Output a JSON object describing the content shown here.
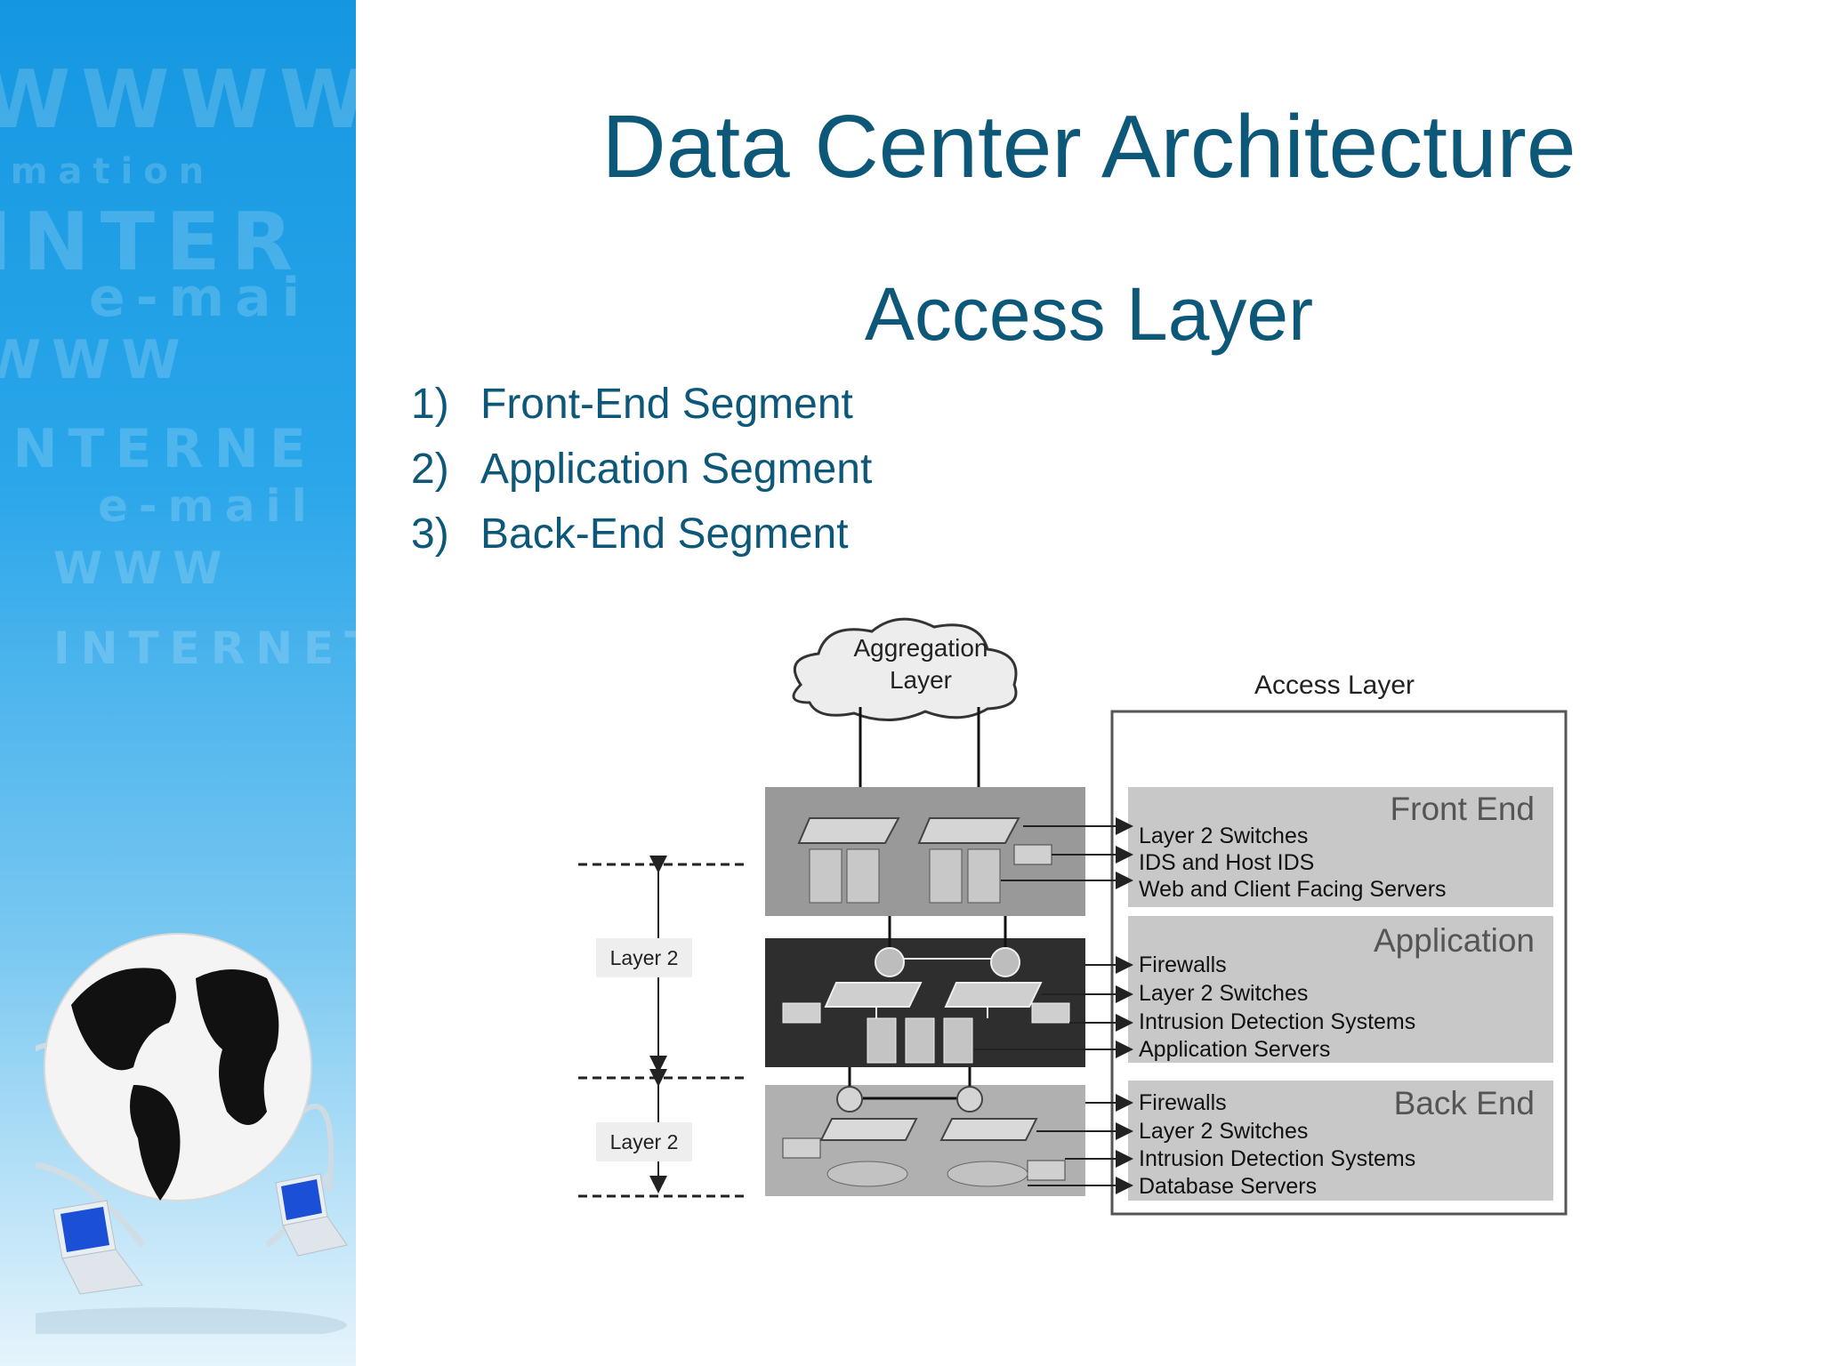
{
  "slide": {
    "title": "Data Center Architecture",
    "subtitle": "Access Layer",
    "items": [
      {
        "num": "1)",
        "text": "Front-End Segment"
      },
      {
        "num": "2)",
        "text": "Application Segment"
      },
      {
        "num": "3)",
        "text": "Back-End Segment"
      }
    ]
  },
  "diagram": {
    "cloud_label_1": "Aggregation",
    "cloud_label_2": "Layer",
    "access_layer_label": "Access Layer",
    "layer2_label_top": "Layer 2",
    "layer2_label_bottom": "Layer 2",
    "segments": [
      {
        "name": "Front End",
        "items": [
          "Layer 2 Switches",
          "IDS and Host IDS",
          "Web and Client Facing Servers"
        ]
      },
      {
        "name": "Application",
        "items": [
          "Firewalls",
          "Layer 2 Switches",
          "Intrusion Detection Systems",
          "Application Servers"
        ]
      },
      {
        "name": "Back End",
        "items": [
          "Firewalls",
          "Layer 2 Switches",
          "Intrusion Detection Systems",
          "Database Servers"
        ]
      }
    ]
  },
  "colors": {
    "title": "#0d5878",
    "sidebar_top": "#1597e0",
    "segment_box": "#c8c8c8",
    "app_panel": "#2e2e2e"
  }
}
